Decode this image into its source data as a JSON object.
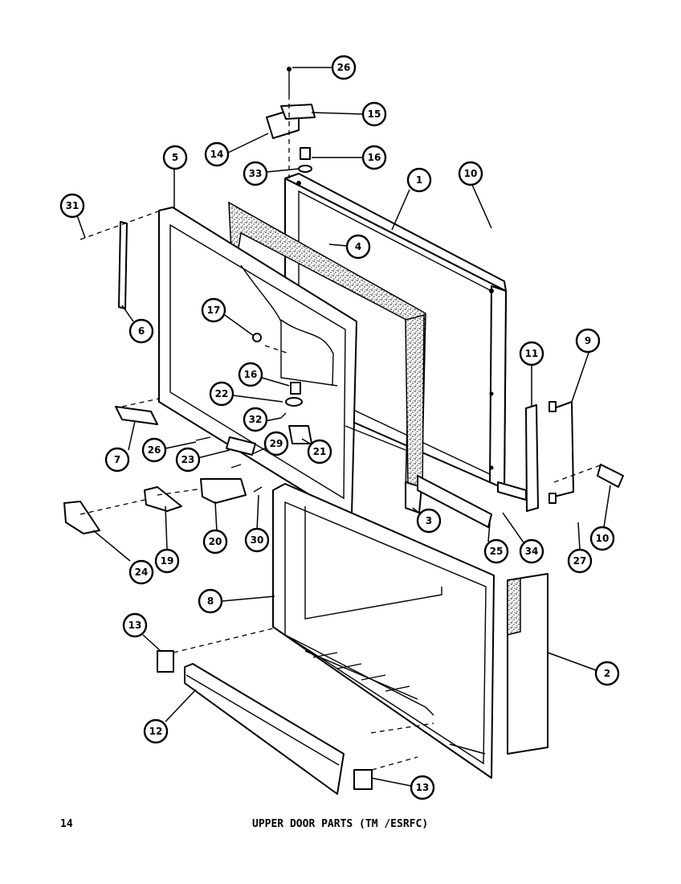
{
  "footer": {
    "page_number": "14",
    "caption": "UPPER DOOR PARTS (TM /ESRFC)"
  },
  "callouts": [
    {
      "id": "c26a",
      "label": "26"
    },
    {
      "id": "c15",
      "label": "15"
    },
    {
      "id": "c14",
      "label": "14"
    },
    {
      "id": "c16a",
      "label": "16"
    },
    {
      "id": "c33",
      "label": "33"
    },
    {
      "id": "c5",
      "label": "5"
    },
    {
      "id": "c1",
      "label": "1"
    },
    {
      "id": "c10a",
      "label": "10"
    },
    {
      "id": "c31",
      "label": "31"
    },
    {
      "id": "c4",
      "label": "4"
    },
    {
      "id": "c6",
      "label": "6"
    },
    {
      "id": "c17",
      "label": "17"
    },
    {
      "id": "c16b",
      "label": "16"
    },
    {
      "id": "c22",
      "label": "22"
    },
    {
      "id": "c32",
      "label": "32"
    },
    {
      "id": "c29",
      "label": "29"
    },
    {
      "id": "c21",
      "label": "21"
    },
    {
      "id": "c7",
      "label": "7"
    },
    {
      "id": "c26b",
      "label": "26"
    },
    {
      "id": "c23",
      "label": "23"
    },
    {
      "id": "c11",
      "label": "11"
    },
    {
      "id": "c9",
      "label": "9"
    },
    {
      "id": "c3",
      "label": "3"
    },
    {
      "id": "c25",
      "label": "25"
    },
    {
      "id": "c34",
      "label": "34"
    },
    {
      "id": "c27",
      "label": "27"
    },
    {
      "id": "c10b",
      "label": "10"
    },
    {
      "id": "c20",
      "label": "20"
    },
    {
      "id": "c30",
      "label": "30"
    },
    {
      "id": "c19",
      "label": "19"
    },
    {
      "id": "c24",
      "label": "24"
    },
    {
      "id": "c8",
      "label": "8"
    },
    {
      "id": "c2",
      "label": "2"
    },
    {
      "id": "c13a",
      "label": "13"
    },
    {
      "id": "c12",
      "label": "12"
    },
    {
      "id": "c13b",
      "label": "13"
    }
  ]
}
